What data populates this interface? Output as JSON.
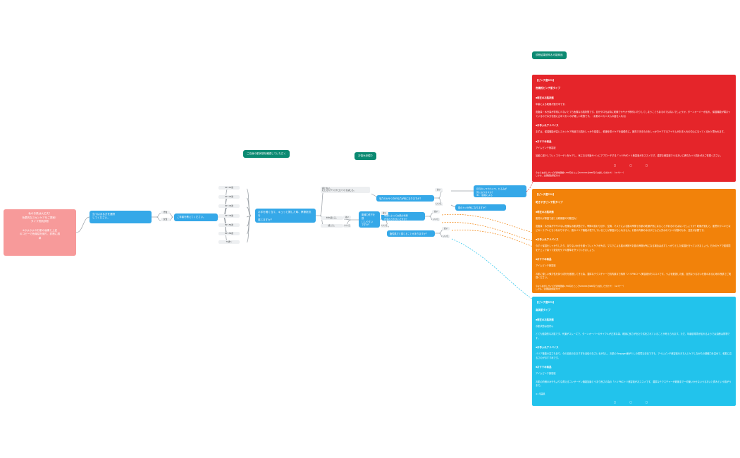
{
  "root": {
    "line1": "私のお肌は大丈夫？",
    "line2": "効果的なスキンケアをご提案！",
    "line3": "タイプ別肌診断",
    "note1": "※かよかよのお肌の画像と上記",
    "note2": "のコピーで危機感を煽り、診断に誘",
    "note3": "導"
  },
  "sections": {
    "skin_check": "ご自身の肌状態を確認していただく",
    "deep_dive": "お悩み深堀り",
    "result": "診断結果説明＆可能商品"
  },
  "questions": {
    "select_gender": "当てはまる方を選択\nしてください。",
    "age_ask": "ご年齢を教えてください。",
    "friction": "お手を軽く当て、キュッと擦した時、摩擦抵抗を\n感じますか？",
    "elastic": "肌弾力低下を\n感\nじしやすい\nですか？",
    "pore": "毛穴のカサつきや毛穴が気になりますか？",
    "season": "季節によってお肌の状態\nが変わりやすいですか？",
    "oily": "脂性肌だと感じることがありますか？",
    "eye": "目元のシワや小ジワ、たるみが\n気になりますか？\n※1　肌触による",
    "kime": "肌のキメが気になりますか？"
  },
  "options": {
    "gender": [
      "男性",
      "女性"
    ],
    "ages": [
      "10〜19歳",
      "20〜29歳",
      "30〜39歳",
      "40〜49歳",
      "50〜59歳",
      "60〜69歳",
      "70歳〜"
    ],
    "friction": [
      "感じない。\nむしろカサつきやゴワつきを感じる。",
      "やや感じる。",
      "感じる。"
    ],
    "yes": "はい",
    "no": "いいえ"
  },
  "panels": [
    {
      "title": "【ピンチ度90%】",
      "type": "危機的ピンチ肌タイプ",
      "state_head": "■現在のお肌状態",
      "state_short": "年齢による乾燥が進行中です。",
      "state_body": "皮脂量・水分量が非常に少ないとても危険なお肌状態です。目元や口元は特に乾燥でカサカサ粉吹いたりしてしまうこともあるのではないでしょうか。ターンオーバーが乱れ、保湿機能が弱まっているので水分を肌に止めておくのが難しい状態です。（お肌のメカニズムの話を入れる）",
      "advice_head": "■お手入れアドバイス",
      "advice_body": "まずは、保湿機能が高いスキンケア商品でお肌をしっかり保湿し、乾燥を防ぐケアを最優先に。補充できるものをしっかりケアするアイテムがお手入れの中心になってくるかと思われます。",
      "prod_head": "■おすすめ商品",
      "prod_name": "アイムピンチ美容液",
      "prod_body": "加齢に減少していくコラーゲンをケアし、気になる年齢サインにアプローチする「ハリPMCトリ美容液がおススメです。濃厚な美容液でうるおいに満ちたハリ肌をぜひご体感ください。",
      "cta": "今ならお試しサイズが通常価格2,750円のところ54%OFFの980円でお試しできます！（※バナー）",
      "cta2": "しかも、全額返金保証付き"
    },
    {
      "title": "【ピンチ度70%】",
      "type": "乾きすぎピンチ肌タイプ",
      "state_head": "■現在のお肌状態",
      "state_short": "肌荒れが原因で起こる乾燥肌の可能性大！",
      "state_body": "皮脂量・水分量がやや少ない危険なお肌状態です。季節の変わり目や、空調、マスクによる肌の摩擦でお肌の乾燥が気になることがあるのではないでしょうか？乾燥が進むと、肌荒れやニキビなどのトラブルにもつながりやすく、肌のバリア機能が低下していることが原因かもしれません。お肌の内側の水分がどんどん失われていく状態のため、注意が必要です。",
      "advice_head": "■お手入れアドバイス",
      "advice_body": "今すぐ保湿をしっかりしたり、足りない水分を補っていくケアが大切。マスクによる肌の摩擦やお肌の摩擦が気になる場合は必ずしっかりとした保湿を行っていきましょう。日々のケアで肌環境をチェック量って変化をケアの基準を守っていきましょう。",
      "prod_head": "■おすすめ商品",
      "prod_name": "アイムピンチ美容液",
      "prod_body": "お肌に優しい弾力性を持つ成分を厳選してきた為、濃厚なテクスチャーで肌内部まで納得「ハリPMCトリ美容液がおススメです。つぶを厳選した肌、自然なうるおいを基のある心地の良肌でご実感ください。",
      "cta": "今ならお試しサイズが通常価格2,750円のところ54%OFFの980円でお試しできます！（※バナー）",
      "cta2": "しかも、全額返金保証付き"
    },
    {
      "title": "【ピンチ度50%】",
      "type": "高美肌タイプ",
      "state_head": "■現在のお肌状態",
      "state_short": "お肌状態は良好◎",
      "state_body": "とても健康的なお肌です。代謝がスムーズで、ターンオーバーのサイクルが正常な為、乾燥に良さが出たり劣化されていることが考えられます。ただ、年齢肌環境が乱れるようでは油断は禁物です。",
      "advice_head": "■お手入れアドバイス",
      "advice_body": "バリア機能の高さもあり、今の自信のまますぎを自信のなさいるがなし。お肌の безупреч差が少しの環境な劣化ですも、アイムピンチ美容液をきちんとケアしながらの基礎力を高めて、乾肌に戻るさのがおすすめです。",
      "prod_head": "■おすすめ商品",
      "prod_name": "アイムピンチ美容液",
      "prod_body": "お肌の内側のみやもよりな潤えるコンサーゲン機能加齢とうまり良さの為の「ハリPMCトリ美容液がおススメです。濃厚なテクスチャーが乾燥まで一切使いかせないうるおいと潤みという肌がうまで。",
      "prod_extra": "※1 毛差肌",
      "cta": "今ならお試しサイズが通常価格2,750円のところ54%OFFの980円でお試しできます！（※バナー）",
      "cta2": "しかも、全額返金保証付き"
    }
  ]
}
